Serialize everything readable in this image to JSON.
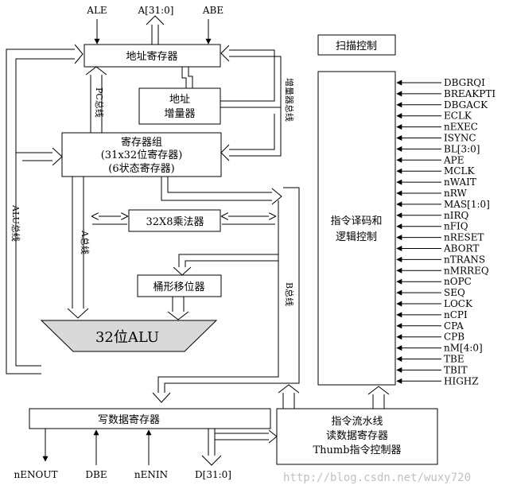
{
  "top_signals": {
    "ale": "ALE",
    "addr": "A[31:0]",
    "abe": "ABE"
  },
  "blocks": {
    "scan_control": "扫描控制",
    "address_register": "地址寄存器",
    "address_incrementer": [
      "地址",
      "增量器"
    ],
    "register_bank": [
      "寄存器组",
      "(31x32位寄存器)",
      "(6状态寄存器)"
    ],
    "multiplier": "32X8乘法器",
    "barrel_shifter": "桶形移位器",
    "alu": "32位ALU",
    "write_data_register": "写数据寄存器",
    "decoder": [
      "指令译码和",
      "逻辑控制"
    ],
    "pipeline": [
      "指令流水线",
      "读数据寄存器",
      "Thumb指令控制器"
    ]
  },
  "bus_labels": {
    "pc_bus": "PC总线",
    "alu_bus": "ALU总线",
    "a_bus": "A总线",
    "b_bus": "B总线",
    "inc_bus": "增量器总线"
  },
  "control_signals": [
    "DBGRQI",
    "BREAKPTI",
    "DBGACK",
    "ECLK",
    "nEXEC",
    "ISYNC",
    "BL[3:0]",
    "APE",
    "MCLK",
    "nWAIT",
    "nRW",
    "MAS[1:0]",
    "nIRQ",
    "nFIQ",
    "nRESET",
    "ABORT",
    "nTRANS",
    "nMRREQ",
    "nOPC",
    "SEQ",
    "LOCK",
    "nCPI",
    "CPA",
    "CPB",
    "nM[4:0]",
    "TBE",
    "TBIT",
    "HIGHZ"
  ],
  "bottom_signals": {
    "nenout": "nENOUT",
    "dbe": "DBE",
    "nenin": "nENIN",
    "data": "D[31:0]"
  },
  "watermark": "http://blog.csdn.net/wuxy720"
}
